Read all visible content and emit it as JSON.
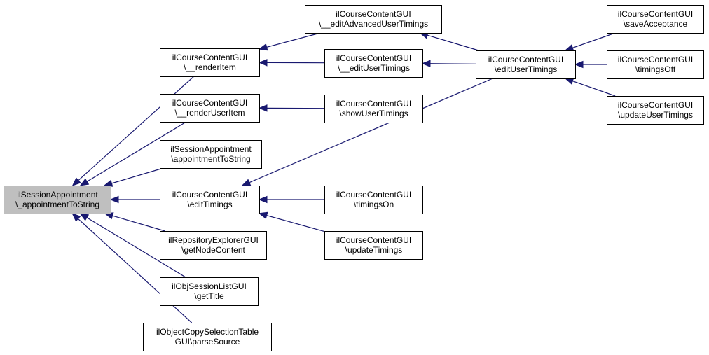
{
  "nodes": [
    {
      "id": "root",
      "lines": [
        "ilSessionAppointment",
        "\\_appointmentToString"
      ],
      "highlight": true
    },
    {
      "id": "renderItem",
      "lines": [
        "ilCourseContentGUI",
        "\\__renderItem"
      ]
    },
    {
      "id": "renderUserItem",
      "lines": [
        "ilCourseContentGUI",
        "\\__renderUserItem"
      ]
    },
    {
      "id": "sessAppToString",
      "lines": [
        "ilSessionAppointment",
        "\\appointmentToString"
      ]
    },
    {
      "id": "editTimings",
      "lines": [
        "ilCourseContentGUI",
        "\\editTimings"
      ]
    },
    {
      "id": "getNodeContent",
      "lines": [
        "ilRepositoryExplorerGUI",
        "\\getNodeContent"
      ]
    },
    {
      "id": "getTitle",
      "lines": [
        "ilObjSessionListGUI",
        "\\getTitle"
      ]
    },
    {
      "id": "parseSource",
      "lines": [
        "ilObjectCopySelectionTable",
        "GUI\\parseSource"
      ]
    },
    {
      "id": "editAdvUserTimings",
      "lines": [
        "ilCourseContentGUI",
        "\\__editAdvancedUserTimings"
      ]
    },
    {
      "id": "editUserTimings_",
      "lines": [
        "ilCourseContentGUI",
        "\\__editUserTimings"
      ]
    },
    {
      "id": "showUserTimings",
      "lines": [
        "ilCourseContentGUI",
        "\\showUserTimings"
      ]
    },
    {
      "id": "timingsOn",
      "lines": [
        "ilCourseContentGUI",
        "\\timingsOn"
      ]
    },
    {
      "id": "updateTimings",
      "lines": [
        "ilCourseContentGUI",
        "\\updateTimings"
      ]
    },
    {
      "id": "editUserTimings",
      "lines": [
        "ilCourseContentGUI",
        "\\editUserTimings"
      ]
    },
    {
      "id": "saveAcceptance",
      "lines": [
        "ilCourseContentGUI",
        "\\saveAcceptance"
      ]
    },
    {
      "id": "timingsOff",
      "lines": [
        "ilCourseContentGUI",
        "\\timingsOff"
      ]
    },
    {
      "id": "updateUserTimings",
      "lines": [
        "ilCourseContentGUI",
        "\\updateUserTimings"
      ]
    }
  ],
  "edges": [
    {
      "from": "renderItem",
      "to": "root"
    },
    {
      "from": "renderUserItem",
      "to": "root"
    },
    {
      "from": "sessAppToString",
      "to": "root"
    },
    {
      "from": "editTimings",
      "to": "root"
    },
    {
      "from": "getNodeContent",
      "to": "root"
    },
    {
      "from": "getTitle",
      "to": "root"
    },
    {
      "from": "parseSource",
      "to": "root"
    },
    {
      "from": "editAdvUserTimings",
      "to": "renderItem"
    },
    {
      "from": "editUserTimings_",
      "to": "renderItem"
    },
    {
      "from": "showUserTimings",
      "to": "renderUserItem"
    },
    {
      "from": "editUserTimings",
      "to": "editTimings"
    },
    {
      "from": "timingsOn",
      "to": "editTimings"
    },
    {
      "from": "updateTimings",
      "to": "editTimings"
    },
    {
      "from": "editUserTimings",
      "to": "editAdvUserTimings"
    },
    {
      "from": "editUserTimings",
      "to": "editUserTimings_"
    },
    {
      "from": "saveAcceptance",
      "to": "editUserTimings"
    },
    {
      "from": "timingsOff",
      "to": "editUserTimings"
    },
    {
      "from": "updateUserTimings",
      "to": "editUserTimings"
    }
  ],
  "colors": {
    "edge": "#191970",
    "highlight_fill": "#bfbfbf",
    "box_stroke": "#000000"
  }
}
